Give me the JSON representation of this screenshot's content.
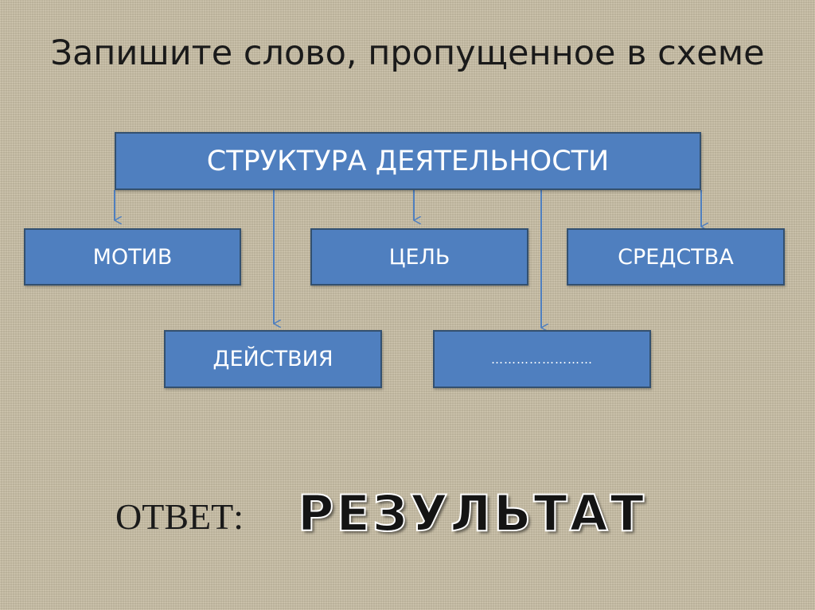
{
  "slide": {
    "title": "Запишите слово, пропущенное в схеме"
  },
  "diagram": {
    "root": "СТРУКТУРА ДЕЯТЕЛЬНОСТИ",
    "children": [
      "МОТИВ",
      "ЦЕЛЬ",
      "СРЕДСТВА",
      "ДЕЙСТВИЯ",
      "……………………"
    ]
  },
  "answer": {
    "label": "ОТВЕТ:",
    "word": "РЕЗУЛЬТАТ"
  },
  "colors": {
    "box_fill": "#4f7fbf",
    "box_border": "#33506f",
    "connector": "#4f7fbf",
    "background": "#c9bfa6"
  }
}
